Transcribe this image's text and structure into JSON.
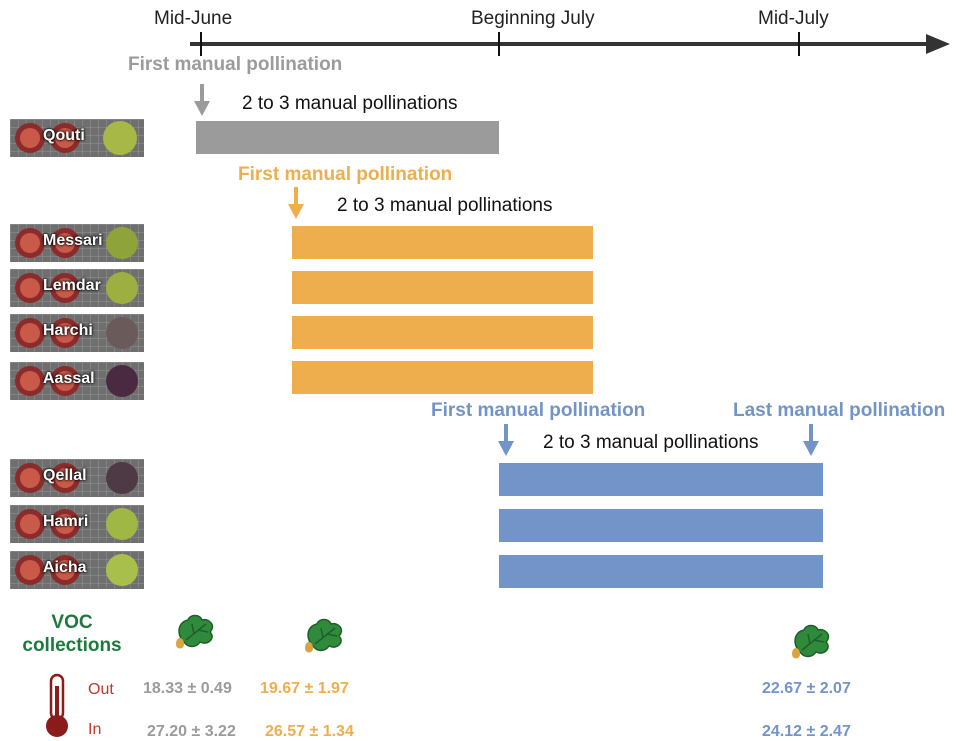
{
  "timeline": {
    "ticks": [
      "Mid-June",
      "Beginning July",
      "Mid-July"
    ]
  },
  "groups": {
    "gray": {
      "color": "#9b9b9b",
      "first_label": "First manual pollination",
      "count_label": "2 to 3 manual pollinations",
      "varieties": [
        "Qouti"
      ]
    },
    "orange": {
      "color": "#efae4e",
      "first_label": "First manual pollination",
      "count_label": "2 to 3 manual pollinations",
      "varieties": [
        "Messari",
        "Lemdar",
        "Harchi",
        "Aassal"
      ]
    },
    "blue": {
      "color": "#7294c8",
      "first_label": "First manual pollination",
      "last_label": "Last manual pollination",
      "count_label": "2 to 3 manual pollinations",
      "varieties": [
        "Qellal",
        "Hamri",
        "Aicha"
      ]
    }
  },
  "voc": {
    "label_line1": "VOC",
    "label_line2": "collections",
    "color": "#1e7a3c"
  },
  "temperature": {
    "out_label": "Out",
    "in_label": "In",
    "label_color": "#c0392b",
    "out_values": [
      "18.33 ± 0.49",
      "19.67 ± 1.97",
      "22.67 ± 2.07"
    ],
    "in_values": [
      "27.20 ± 3.22",
      "26.57 ± 1.34",
      "24.12 ± 2.47"
    ]
  }
}
